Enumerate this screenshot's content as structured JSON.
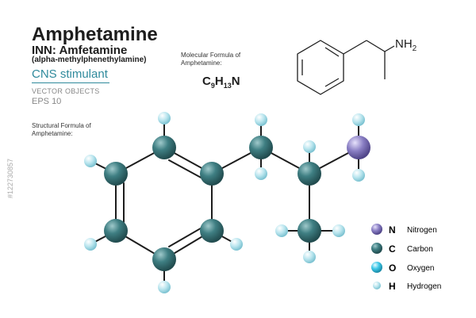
{
  "header": {
    "title": "Amphetamine",
    "inn": "INN: Amfetamine",
    "alt_name": "(alpha-methylphenethylamine)",
    "category": "CNS stimulant",
    "vector_label": "VECTOR OBJECTS",
    "eps_label": "EPS 10"
  },
  "structural_label": "Structural Formula of Amphetamine:",
  "molecular": {
    "label": "Molecular Formula of Amphetamine:",
    "f1": "C",
    "s1": "9",
    "f2": "H",
    "s2": "13",
    "f3": "N"
  },
  "skeletal_amine": {
    "main": "NH",
    "sub": "2"
  },
  "colors": {
    "nitrogen": "#8a7fc4",
    "carbon": "#3f7f83",
    "oxygen": "#3ec8e8",
    "hydrogen": "#b9e5ee",
    "accent": "#2f8a9c"
  },
  "legend": [
    {
      "symbol": "N",
      "label": "Nitrogen",
      "icon": "nitrogen-atom-icon"
    },
    {
      "symbol": "C",
      "label": "Carbon",
      "icon": "carbon-atom-icon"
    },
    {
      "symbol": "O",
      "label": "Oxygen",
      "icon": "oxygen-atom-icon"
    },
    {
      "symbol": "H",
      "label": "Hydrogen",
      "icon": "hydrogen-atom-icon"
    }
  ],
  "watermark_id": "#122730857"
}
